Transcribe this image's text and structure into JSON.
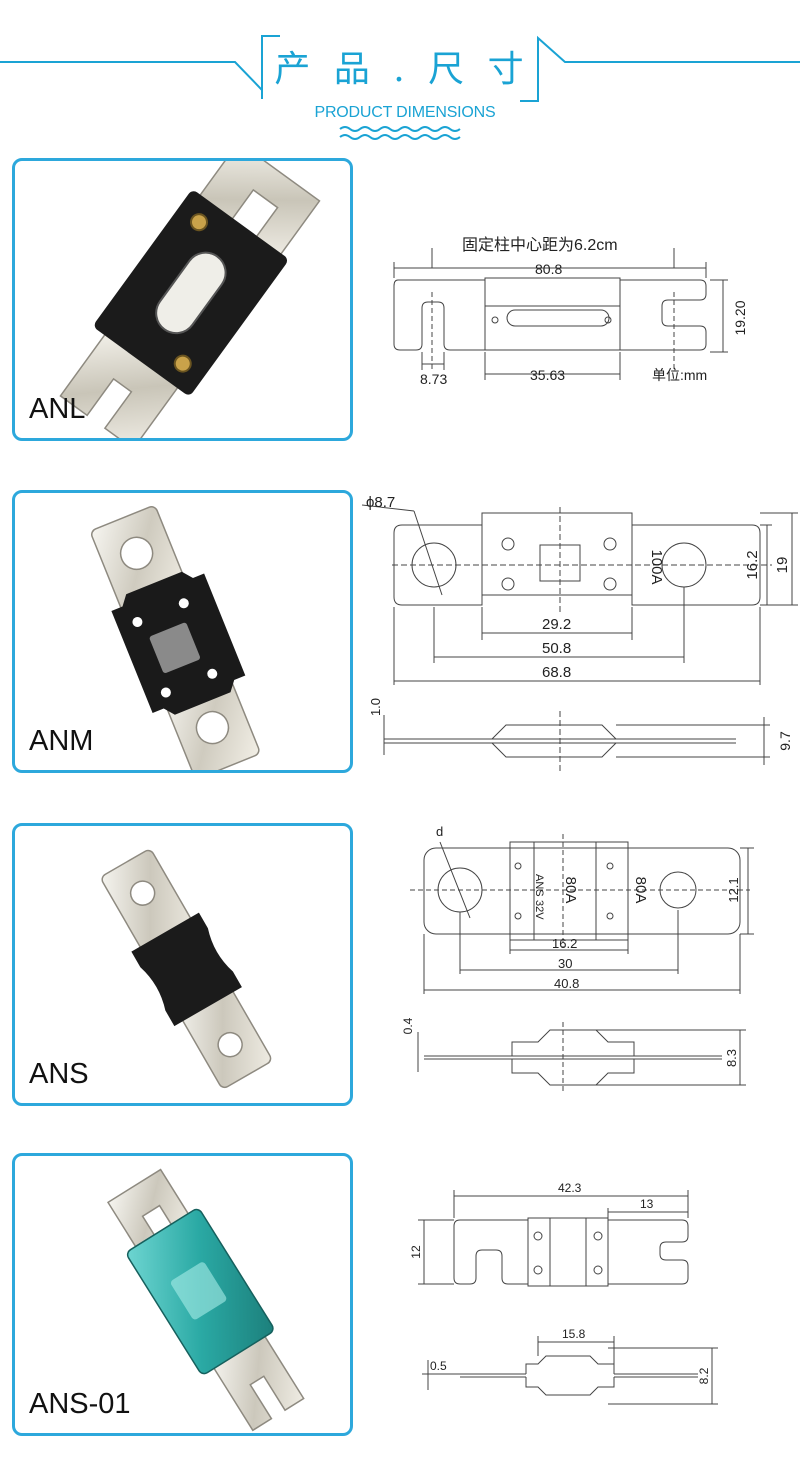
{
  "header": {
    "title_cn": "产 品 . 尺 寸",
    "title_en": "PRODUCT DIMENSIONS",
    "accent_color": "#1aa3d4"
  },
  "products": [
    {
      "label": "ANL",
      "image_icon": "anl-fuse-photo",
      "diagram": {
        "note": "固定柱中心距为6.2cm",
        "overall": "80.8",
        "height": "19.20",
        "slot": "8.73",
        "body": "35.63",
        "unit": "单位:mm"
      }
    },
    {
      "label": "ANM",
      "image_icon": "anm-fuse-photo",
      "diagram": {
        "hole": "ϕ8.7",
        "rating": "100A",
        "width_inner": "16.2",
        "width_outer": "19",
        "d1": "29.2",
        "d2": "50.8",
        "d3": "68.8",
        "thickness": "1.0",
        "body_thickness": "9.7"
      }
    },
    {
      "label": "ANS",
      "image_icon": "ans-fuse-photo",
      "diagram": {
        "hole": "d",
        "side_text": "ANS",
        "voltage": "32V",
        "rating1": "80A",
        "rating2": "80A",
        "width": "12.1",
        "d1": "16.2",
        "d2": "30",
        "d3": "40.8",
        "thickness": "0.4",
        "body_thickness": "8.3"
      }
    },
    {
      "label": "ANS-01",
      "image_icon": "ans-01-fuse-photo",
      "diagram": {
        "overall": "42.3",
        "slot": "13",
        "height": "12",
        "body": "15.8",
        "thickness": "0.5",
        "body_thickness": "8.2"
      }
    }
  ]
}
